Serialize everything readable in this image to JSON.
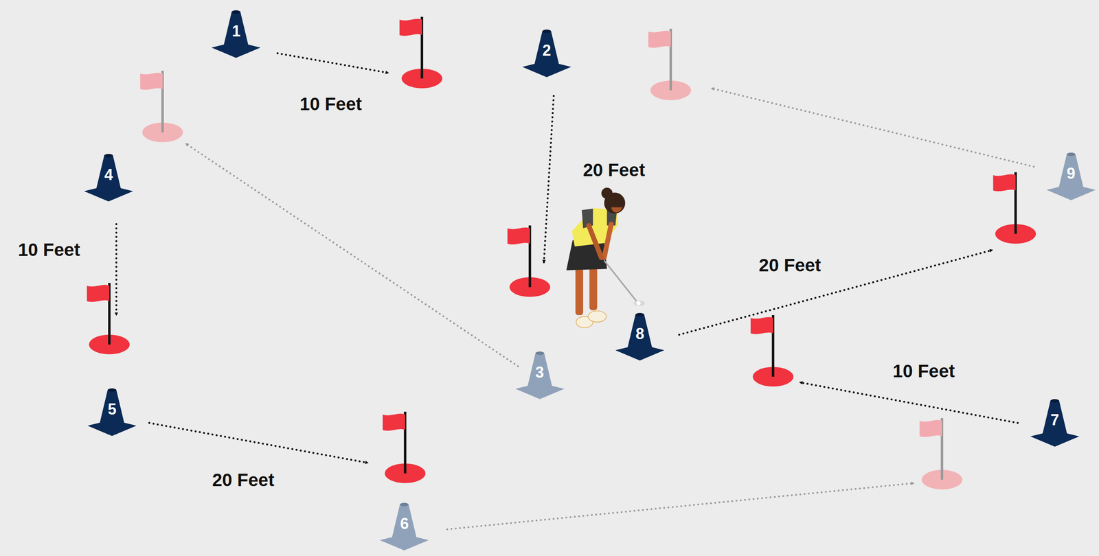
{
  "diagram": {
    "nodes": [
      {
        "text": [
          "1"
        ]
      },
      {
        "text": [
          "2"
        ]
      },
      {
        "text": [
          "4"
        ]
      },
      {
        "text": [
          "9"
        ]
      },
      {
        "text": [
          "8"
        ]
      },
      {
        "text": [
          "3"
        ]
      },
      {
        "text": [
          "5"
        ]
      },
      {
        "text": [
          "7"
        ]
      },
      {
        "text": [
          "6"
        ]
      }
    ],
    "labels": [
      "10 Feet",
      "20 Feet",
      "10 Feet",
      "20 Feet",
      "10 Feet",
      "20 Feet"
    ]
  }
}
